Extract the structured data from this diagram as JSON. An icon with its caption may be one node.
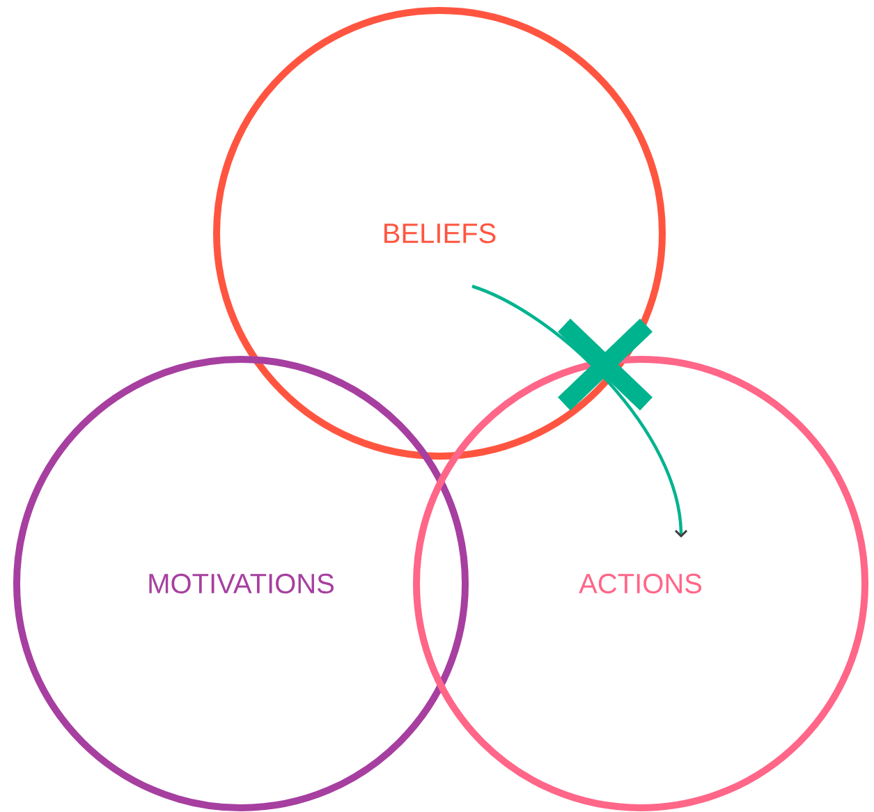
{
  "diagram": {
    "nodes": [
      {
        "text": [
          "BELIEFS"
        ]
      },
      {
        "text": [
          "MOTIVATIONS"
        ]
      },
      {
        "text": [
          "ACTIONS"
        ]
      }
    ],
    "edges": [
      {
        "from": 0,
        "to": 2,
        "arrow": "to"
      }
    ]
  }
}
